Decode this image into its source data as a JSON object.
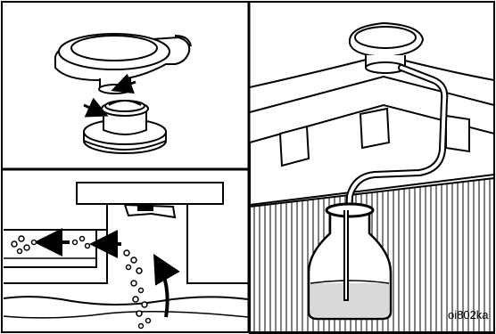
{
  "figure": {
    "reference_code": "oi802ka",
    "colors": {
      "ink": "#000000",
      "paper": "#ffffff",
      "liquid": "#d9d9d9"
    },
    "panels": [
      {
        "id": "cap-and-neck-seals",
        "shows": [
          "radiator-cap",
          "filler-neck",
          "arrows"
        ]
      },
      {
        "id": "pressure-cap-cross-section",
        "shows": [
          "cap-housing",
          "valve",
          "bubbles",
          "arrows"
        ]
      },
      {
        "id": "overflow-bottle-test",
        "shows": [
          "radiator",
          "cap",
          "hose",
          "bottle",
          "coolant"
        ]
      }
    ]
  }
}
